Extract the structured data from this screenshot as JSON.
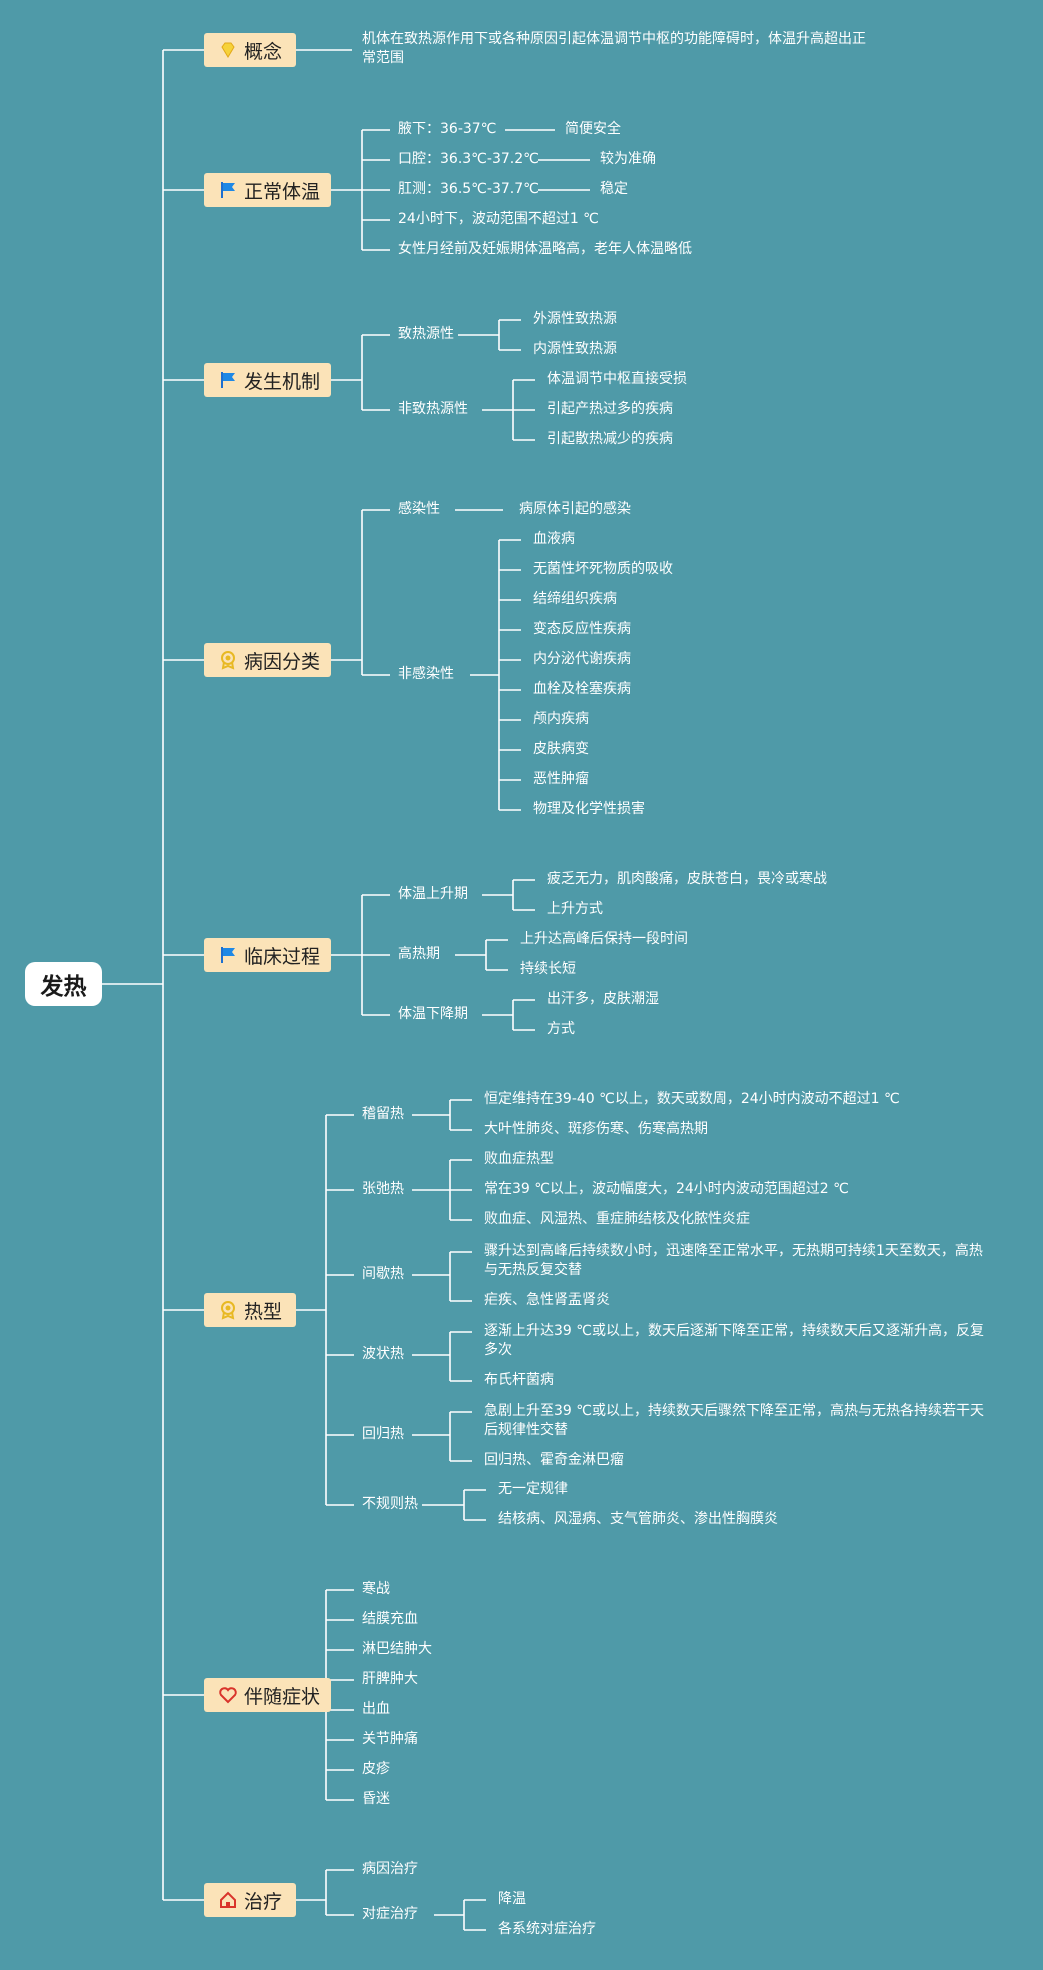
{
  "root": "发热",
  "branches": [
    {
      "label": "概念",
      "icon": "diamond-icon",
      "children": [
        {
          "label": "机体在致热源作用下或各种原因引起体温调节中枢的功能障碍时，体温升高超出正常范围"
        }
      ]
    },
    {
      "label": "正常体温",
      "icon": "flag-icon",
      "children": [
        {
          "label": "腋下：36-37℃",
          "children": [
            {
              "label": "简便安全"
            }
          ]
        },
        {
          "label": "口腔：36.3℃-37.2℃",
          "children": [
            {
              "label": "较为准确"
            }
          ]
        },
        {
          "label": "肛测：36.5℃-37.7℃",
          "children": [
            {
              "label": "稳定"
            }
          ]
        },
        {
          "label": "24小时下，波动范围不超过1 ℃"
        },
        {
          "label": "女性月经前及妊娠期体温略高，老年人体温略低"
        }
      ]
    },
    {
      "label": "发生机制",
      "icon": "flag-icon",
      "children": [
        {
          "label": "致热源性",
          "children": [
            {
              "label": "外源性致热源"
            },
            {
              "label": "内源性致热源"
            }
          ]
        },
        {
          "label": "非致热源性",
          "children": [
            {
              "label": "体温调节中枢直接受损"
            },
            {
              "label": "引起产热过多的疾病"
            },
            {
              "label": "引起散热减少的疾病"
            }
          ]
        }
      ]
    },
    {
      "label": "病因分类",
      "icon": "medal-icon",
      "children": [
        {
          "label": "感染性",
          "children": [
            {
              "label": "病原体引起的感染"
            }
          ]
        },
        {
          "label": "非感染性",
          "children": [
            {
              "label": "血液病"
            },
            {
              "label": "无菌性坏死物质的吸收"
            },
            {
              "label": "结缔组织疾病"
            },
            {
              "label": "变态反应性疾病"
            },
            {
              "label": "内分泌代谢疾病"
            },
            {
              "label": "血栓及栓塞疾病"
            },
            {
              "label": "颅内疾病"
            },
            {
              "label": "皮肤病变"
            },
            {
              "label": "恶性肿瘤"
            },
            {
              "label": "物理及化学性损害"
            }
          ]
        }
      ]
    },
    {
      "label": "临床过程",
      "icon": "flag-icon",
      "children": [
        {
          "label": "体温上升期",
          "children": [
            {
              "label": "疲乏无力，肌肉酸痛，皮肤苍白，畏冷或寒战"
            },
            {
              "label": "上升方式"
            }
          ]
        },
        {
          "label": "高热期",
          "children": [
            {
              "label": "上升达高峰后保持一段时间"
            },
            {
              "label": "持续长短"
            }
          ]
        },
        {
          "label": "体温下降期",
          "children": [
            {
              "label": "出汗多，皮肤潮湿"
            },
            {
              "label": "方式"
            }
          ]
        }
      ]
    },
    {
      "label": "热型",
      "icon": "medal-icon",
      "children": [
        {
          "label": "稽留热",
          "children": [
            {
              "label": "恒定维持在39-40 ℃以上，数天或数周，24小时内波动不超过1 ℃"
            },
            {
              "label": "大叶性肺炎、斑疹伤寒、伤寒高热期"
            }
          ]
        },
        {
          "label": "张弛热",
          "children": [
            {
              "label": "败血症热型"
            },
            {
              "label": "常在39 ℃以上，波动幅度大，24小时内波动范围超过2 ℃"
            },
            {
              "label": "败血症、风湿热、重症肺结核及化脓性炎症"
            }
          ]
        },
        {
          "label": "间歇热",
          "children": [
            {
              "label": "骤升达到高峰后持续数小时，迅速降至正常水平，无热期可持续1天至数天，高热与无热反复交替"
            },
            {
              "label": "疟疾、急性肾盂肾炎"
            }
          ]
        },
        {
          "label": "波状热",
          "children": [
            {
              "label": "逐渐上升达39 ℃或以上，数天后逐渐下降至正常，持续数天后又逐渐升高，反复多次"
            },
            {
              "label": "布氏杆菌病"
            }
          ]
        },
        {
          "label": "回归热",
          "children": [
            {
              "label": "急剧上升至39 ℃或以上，持续数天后骤然下降至正常，高热与无热各持续若干天后规律性交替"
            },
            {
              "label": "回归热、霍奇金淋巴瘤"
            }
          ]
        },
        {
          "label": "不规则热",
          "children": [
            {
              "label": "无一定规律"
            },
            {
              "label": "结核病、风湿病、支气管肺炎、渗出性胸膜炎"
            }
          ]
        }
      ]
    },
    {
      "label": "伴随症状",
      "icon": "heart-icon",
      "children": [
        {
          "label": "寒战"
        },
        {
          "label": "结膜充血"
        },
        {
          "label": "淋巴结肿大"
        },
        {
          "label": "肝脾肿大"
        },
        {
          "label": "出血"
        },
        {
          "label": "关节肿痛"
        },
        {
          "label": "皮疹"
        },
        {
          "label": "昏迷"
        }
      ]
    },
    {
      "label": "治疗",
      "icon": "home-icon",
      "children": [
        {
          "label": "病因治疗"
        },
        {
          "label": "对症治疗",
          "children": [
            {
              "label": "降温"
            },
            {
              "label": "各系统对症治疗"
            }
          ]
        }
      ]
    }
  ]
}
